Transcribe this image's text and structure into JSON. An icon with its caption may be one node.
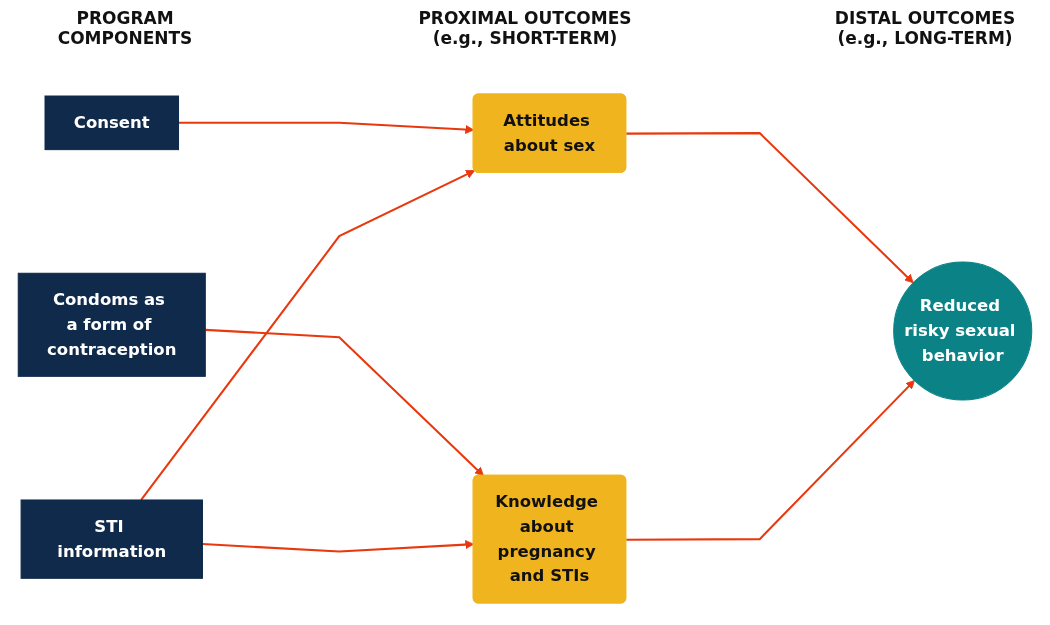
{
  "diagram": {
    "nodes": [
      {
        "text": [
          "Consent"
        ]
      },
      {
        "text": [
          "Condoms as a form of contraception"
        ]
      },
      {
        "text": [
          "STI information"
        ]
      },
      {
        "text": [
          "Attitudes about sex"
        ]
      },
      {
        "text": [
          "Knowledge about pregnancy and STIs"
        ]
      },
      {
        "text": [
          "Reduced risky sexual behavior"
        ]
      }
    ],
    "edges": [
      {
        "from": 0,
        "to": 3,
        "arrow": "to"
      },
      {
        "from": 1,
        "to": 4,
        "arrow": "to"
      },
      {
        "from": 2,
        "to": 3,
        "arrow": "to"
      },
      {
        "from": 2,
        "to": 4,
        "arrow": "to"
      },
      {
        "from": 3,
        "to": 5,
        "arrow": "to"
      },
      {
        "from": 4,
        "to": 5,
        "arrow": "to"
      }
    ],
    "labels": [
      "PROGRAM COMPONENTS",
      "PROXIMAL OUTCOMES (e.g., SHORT-TERM)",
      "DISTAL OUTCOMES (e.g., LONG-TERM)"
    ]
  }
}
